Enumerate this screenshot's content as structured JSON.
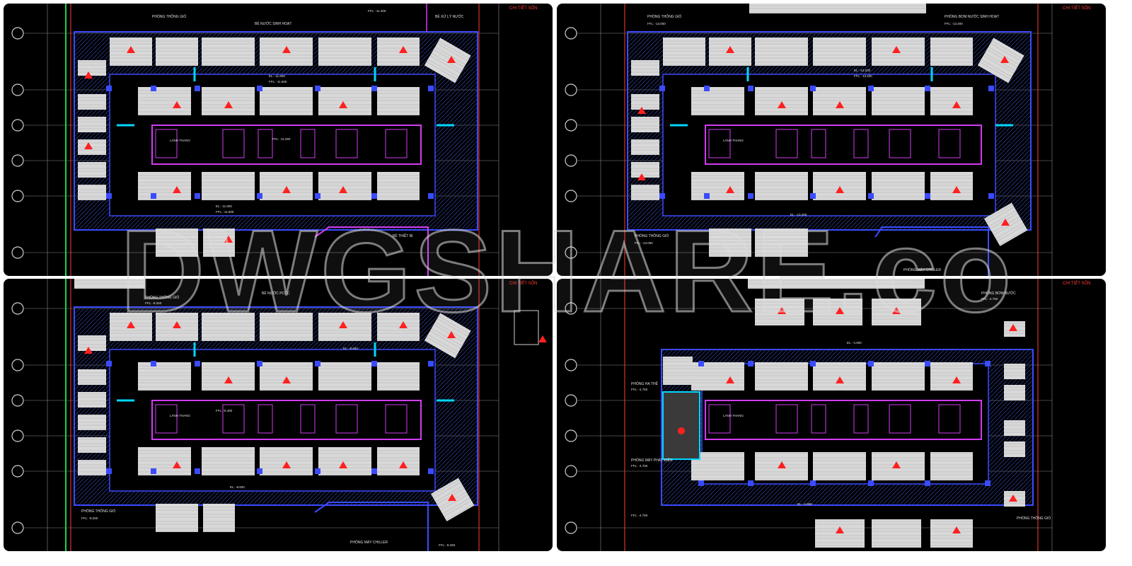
{
  "watermark": {
    "text": "DWGSHARE.com"
  },
  "colors": {
    "background": "#000000",
    "wall_blue": "#3a4bff",
    "core_magenta": "#d23cf0",
    "parking_fill": "#d8d8d8",
    "marker_red": "#ff2020",
    "grid_line": "#9a9a9a",
    "axis_green": "#1fd14a",
    "cyan": "#00d8ff"
  },
  "panels": [
    {
      "id": "top-left",
      "stamp": "CHI TIẾT SỐN",
      "labels": {
        "room_a": "PHÒNG THÔNG GIÓ",
        "room_b": "BỂ NƯỚC SINH HOẠT",
        "room_c": "BỂ XỬ LÝ NƯỚC",
        "room_d": "BỂ THIẾT BỊ",
        "room_e": "LÁNH THANG",
        "level_1": "EL: -11.600",
        "level_2": "FFL: -11.600",
        "level_3": "FFL: -11.250",
        "level_4": "EL: -11.600",
        "level_5": "FFL: -11.600",
        "level_6": "FFL: -11.400"
      }
    },
    {
      "id": "top-right",
      "stamp": "CHI TIẾT SỐN",
      "labels": {
        "room_a": "PHÒNG THÔNG GIÓ",
        "room_b": "PHÒNG BƠM NƯỚC SINH HOẠT",
        "room_c": "PHÒNG THÔNG GIÓ",
        "room_d": "PHÒNG MÁY CHILLER",
        "room_e": "LÁNH THANG",
        "level_1": "FFL: -13.050",
        "level_2": "EL: -13.200",
        "level_3": "FFL: -13.200",
        "level_4": "FFL: -13.050",
        "level_5": "EL: -13.200",
        "level_6": "FFL: -13.200"
      }
    },
    {
      "id": "bottom-left",
      "stamp": "CHI TIẾT SỐN",
      "labels": {
        "room_a": "PHÒNG THÔNG GIÓ",
        "room_b": "BỂ NƯỚC PCCC",
        "room_c": "PHÒNG THÔNG GIÓ",
        "room_d": "PHÒNG MÁY CHILLER",
        "room_e": "LÁNH THANG",
        "level_1": "FFL: -8.250",
        "level_2": "EL: -8.600",
        "level_3": "FFL: -8.450",
        "level_4": "FFL: -8.250",
        "level_5": "EL: -8.600",
        "level_6": "FFL: -8.250"
      }
    },
    {
      "id": "bottom-right",
      "stamp": "CHI TIẾT SỐN",
      "labels": {
        "room_a": "PHÒNG BƠM NƯỚC",
        "room_b": "PHÒNG HẠ THẾ",
        "room_c": "PHÒNG MÁY PHÁT ĐIỆN",
        "room_d": "PHÒNG THÔNG GIÓ",
        "room_e": "LÁNH THANG",
        "level_1": "FFL: -4.750",
        "level_2": "EL: -4.900",
        "level_3": "FFL: -4.750",
        "level_4": "FFL: -4.750",
        "level_5": "EL: -4.900",
        "level_6": "FFL: -4.750"
      }
    }
  ]
}
